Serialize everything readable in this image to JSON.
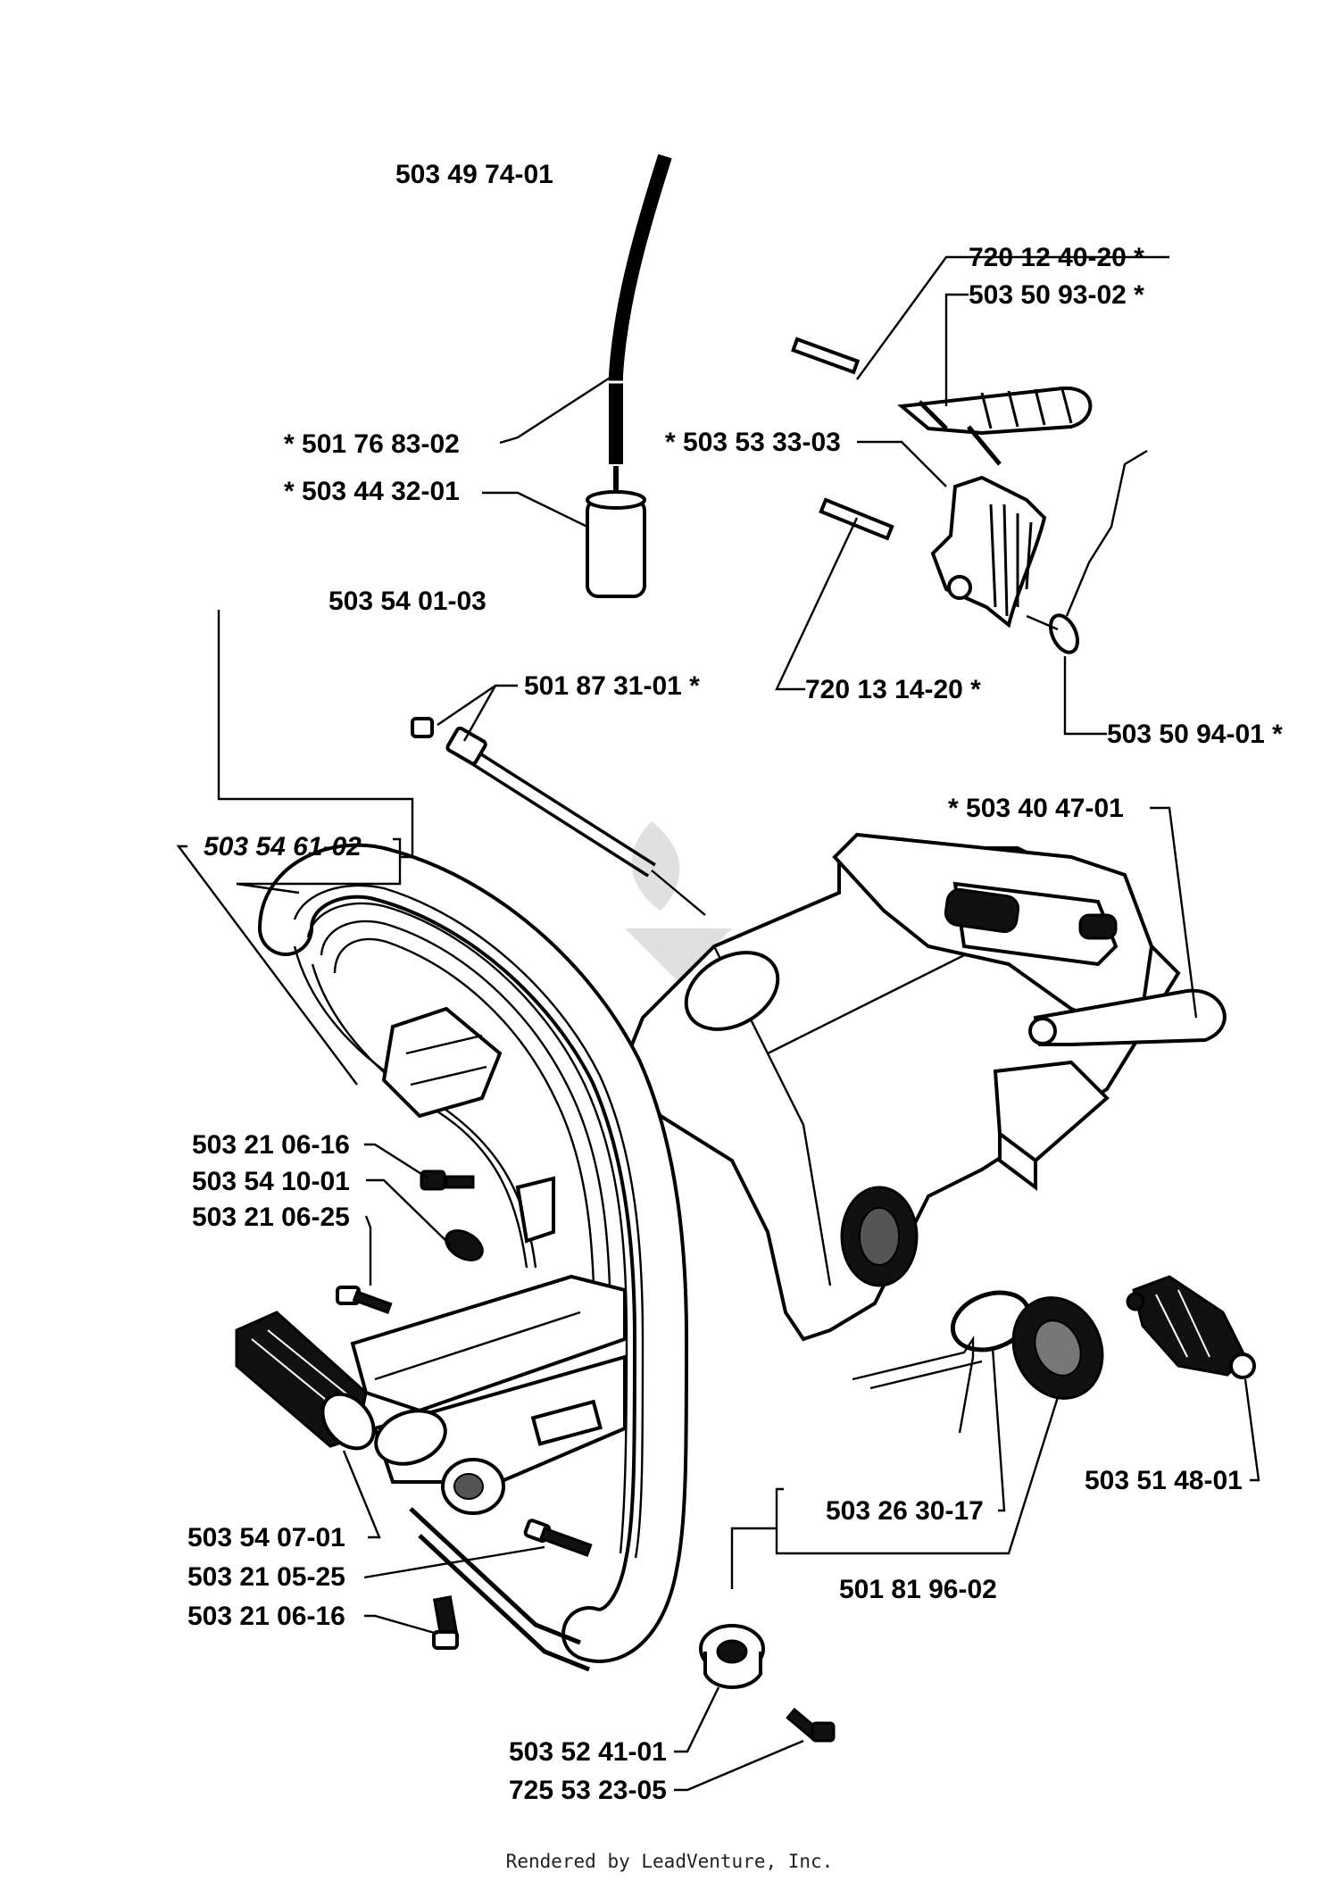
{
  "labels": {
    "p_503_49_74_01": "503 49 74-01",
    "p_720_12_40_20": "720 12 40-20  *",
    "p_503_50_93_02": "503 50 93-02  *",
    "p_501_76_83_02": "*  501 76 83-02",
    "p_503_53_33_03": "*  503 53 33-03",
    "p_503_44_32_01": "*  503 44 32-01",
    "p_503_54_01_03": "503 54 01-03",
    "p_501_87_31_01": "501 87 31-01  *",
    "p_720_13_14_20": "720 13 14-20  *",
    "p_503_50_94_01": "503 50 94-01  *",
    "p_503_40_47_01": "*  503 40 47-01",
    "p_503_54_61_02": "503 54 61-02",
    "p_503_21_06_16_a": "503 21 06-16",
    "p_503_54_10_01": "503 54 10-01",
    "p_503_21_06_25": "503 21 06-25",
    "p_503_51_48_01": "503 51 48-01",
    "p_503_26_30_17": "503 26 30-17",
    "p_503_54_07_01": "503 54 07-01",
    "p_503_21_05_25": "503 21 05-25",
    "p_503_21_06_16_b": "503 21 06-16",
    "p_501_81_96_02": "501 81 96-02",
    "p_503_52_41_01": "503 52 41-01",
    "p_725_53_23_05": "725 53 23-05"
  },
  "footer": "Rendered by LeadVenture, Inc."
}
